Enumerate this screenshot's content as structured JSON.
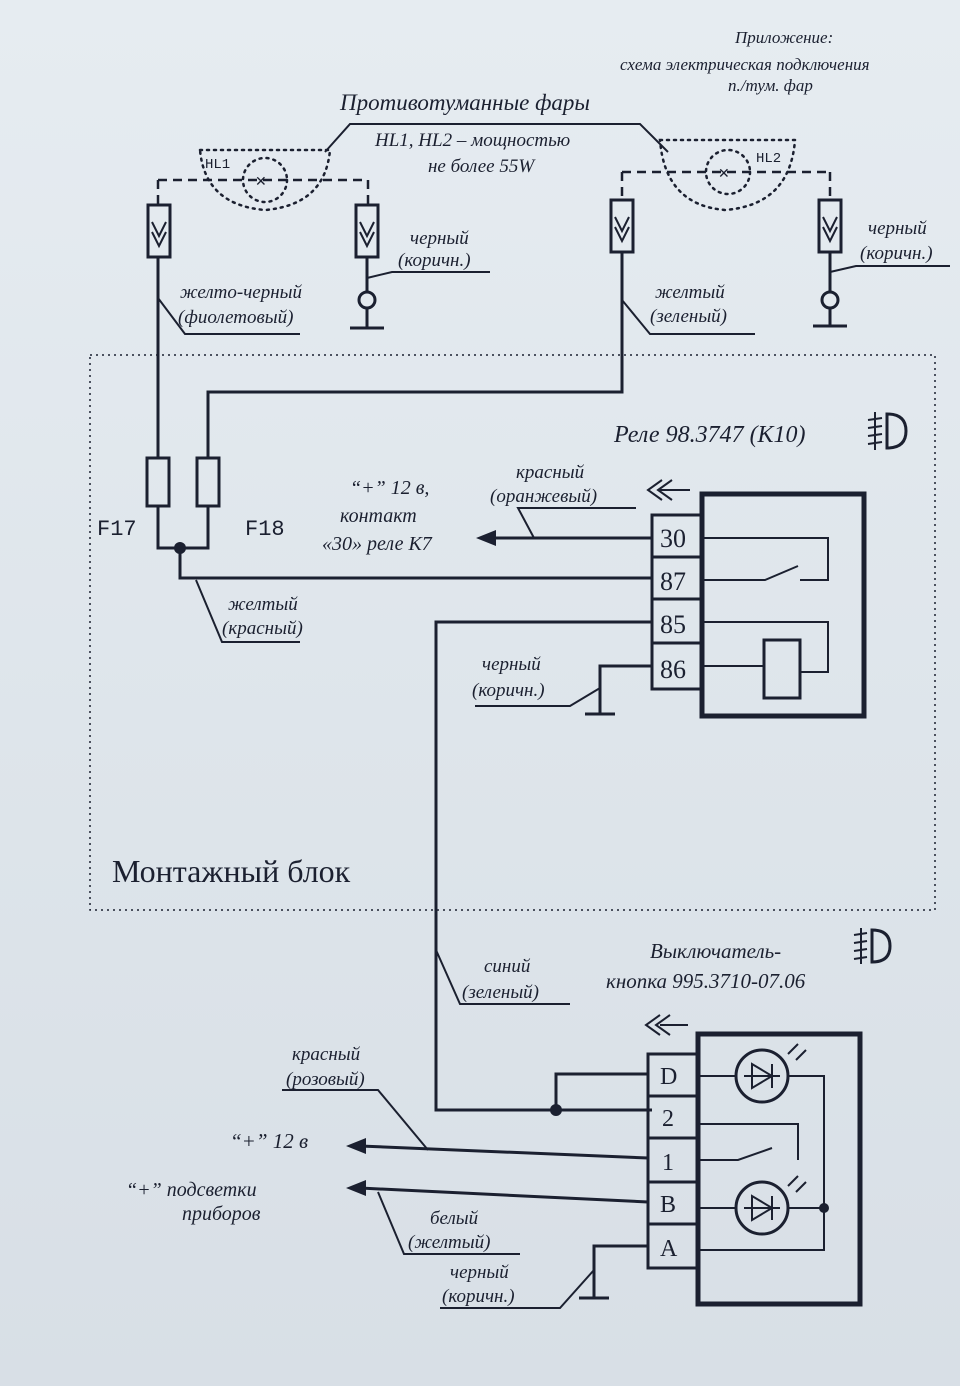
{
  "appendix": {
    "line1": "Приложение:",
    "line2": "схема электрическая подключения",
    "line3": "п./тум. фар"
  },
  "fog_lamps": {
    "title": "Противотуманные фары",
    "power_line1": "HL1, HL2 – мощностью",
    "power_line2": "не более 55W",
    "hl1": "HL1",
    "hl2": "HL2"
  },
  "wires_top": {
    "hl1_right_1": "черный",
    "hl1_right_2": "(коричн.)",
    "hl1_left_1": "желто-черный",
    "hl1_left_2": "(фиолетовый)",
    "hl2_left_1": "желтый",
    "hl2_left_2": "(зеленый)",
    "hl2_right_1": "черный",
    "hl2_right_2": "(коричн.)"
  },
  "relay": {
    "title": "Реле 98.3747 (К10)",
    "pins": [
      "30",
      "87",
      "85",
      "86"
    ],
    "wire_30_1": "красный",
    "wire_30_2": "(оранжевый)",
    "plus_1": "“+” 12 в,",
    "plus_2": "контакт",
    "plus_3": "«30» реле К7",
    "wire_86_1": "черный",
    "wire_86_2": "(коричн.)"
  },
  "fuses": {
    "f17": "F17",
    "f18": "F18"
  },
  "fuse_wire": {
    "line1": "желтый",
    "line2": "(красный)"
  },
  "block_label": "Монтажный блок",
  "switch": {
    "title_1": "Выключатель-",
    "title_2": "кнопка 995.3710-07.06",
    "pins": [
      "D",
      "2",
      "1",
      "B",
      "A"
    ],
    "wire_2_1": "синий",
    "wire_2_2": "(зеленый)",
    "wire_1_1": "красный",
    "wire_1_2": "(розовый)",
    "plus12": "“+” 12 в",
    "backlight_1": "“+” подсветки",
    "backlight_2": "приборов",
    "wire_B_1": "белый",
    "wire_B_2": "(желтый)",
    "wire_A_1": "черный",
    "wire_A_2": "(коричн.)"
  }
}
